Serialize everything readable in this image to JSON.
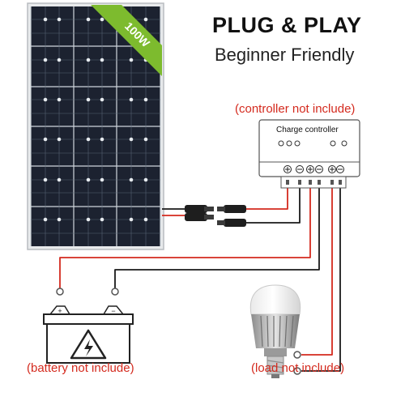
{
  "header": {
    "title": "PLUG & PLAY",
    "subtitle": "Beginner Friendly"
  },
  "panel": {
    "badge": "100W"
  },
  "controller": {
    "label": "Charge controller",
    "note": "(controller not include)"
  },
  "battery": {
    "note": "(battery not include)"
  },
  "load": {
    "note": "(load not include)"
  },
  "colors": {
    "positive_wire": "#d42a1e",
    "negative_wire": "#1a1a1a",
    "note_text": "#d42a1e",
    "badge": "#7dbb2e",
    "panel_cell": "#1c2230"
  },
  "icons": {
    "solar_panel": "solar-panel-icon",
    "battery": "battery-icon",
    "warning": "electric-warning-icon",
    "bulb": "light-bulb-icon",
    "connector": "mc4-connector-icon"
  }
}
